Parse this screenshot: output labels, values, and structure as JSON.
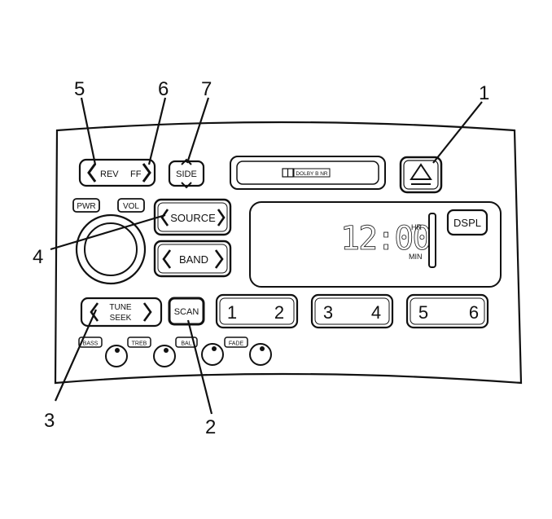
{
  "callouts": {
    "c1": "1",
    "c2": "2",
    "c3": "3",
    "c4": "4",
    "c5": "5",
    "c6": "6",
    "c7": "7"
  },
  "buttons": {
    "rev": "REV",
    "ff": "FF",
    "side": "SIDE",
    "cassette_logo": "DOLBY B NR",
    "pwr": "PWR",
    "vol": "VOL",
    "source": "SOURCE",
    "band": "BAND",
    "dspl": "DSPL",
    "tune": "TUNE",
    "seek": "SEEK",
    "scan": "SCAN",
    "preset_1": "1",
    "preset_2": "2",
    "preset_3": "3",
    "preset_4": "4",
    "preset_5": "5",
    "preset_6": "6"
  },
  "tone": {
    "bass": "BASS",
    "treb": "TREB",
    "bal": "BAL",
    "fade": "FADE"
  },
  "display": {
    "time": "12:00",
    "hr": "HR",
    "min": "MIN"
  }
}
